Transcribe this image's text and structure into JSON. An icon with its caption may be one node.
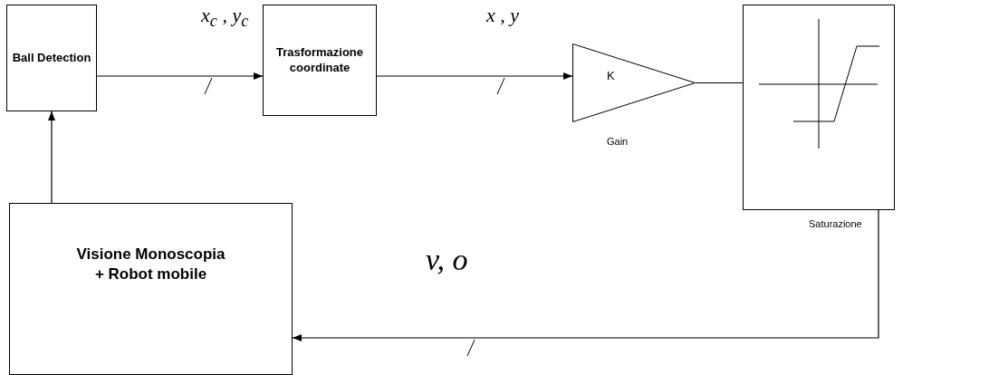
{
  "diagram": {
    "nodes": [
      {
        "text": [
          "Ball Detection"
        ]
      },
      {
        "text": [
          "Trasformazione coordinate"
        ]
      },
      {
        "text": [
          "K"
        ],
        "beside": [
          "Gain"
        ]
      },
      {
        "text": [],
        "shape": "picture",
        "beside": [
          "Saturazione"
        ]
      },
      {
        "text": [
          "Visione Monoscopia + Robot mobile"
        ]
      }
    ],
    "edges": [
      {
        "from": 0,
        "to": 1,
        "arrow": "to",
        "label": "x$_{c}$ , y$_{c}$"
      },
      {
        "from": 1,
        "to": 2,
        "arrow": "to",
        "label": "x , y"
      },
      {
        "from": 2,
        "to": 3,
        "arrow": "none"
      },
      {
        "from": 3,
        "to": 4,
        "arrow": "to",
        "label": "v, o"
      },
      {
        "from": 4,
        "to": 0,
        "arrow": "to"
      }
    ]
  }
}
